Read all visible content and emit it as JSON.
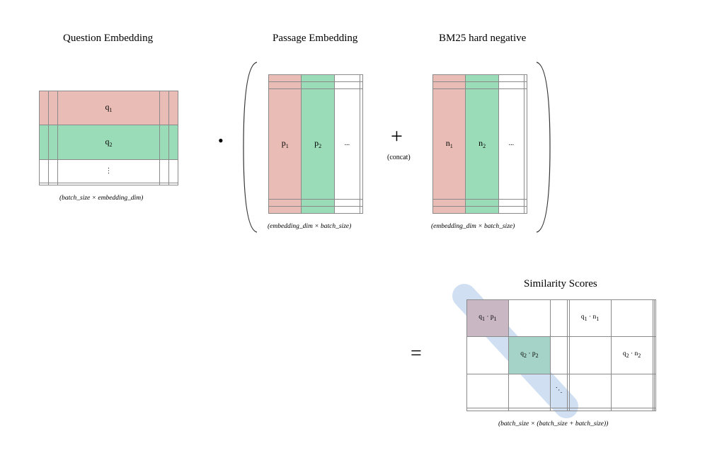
{
  "titles": {
    "question": "Question Embedding",
    "passage": "Passage Embedding",
    "bm25": "BM25 hard negative",
    "similarity": "Similarity Scores"
  },
  "question_matrix": {
    "row1": {
      "label": "q",
      "sub": "1"
    },
    "row2": {
      "label": "q",
      "sub": "2"
    },
    "row3": "⋮",
    "dims": "(batch_size × embedding_dim)"
  },
  "passage_matrix": {
    "col1": {
      "label": "p",
      "sub": "1"
    },
    "col2": {
      "label": "p",
      "sub": "2"
    },
    "col3": "...",
    "dims": "(embedding_dim × batch_size)"
  },
  "bm25_matrix": {
    "col1": {
      "label": "n",
      "sub": "1"
    },
    "col2": {
      "label": "n",
      "sub": "2"
    },
    "col3": "...",
    "dims": "(embedding_dim × batch_size)"
  },
  "operators": {
    "dot": "•",
    "plus": "+",
    "concat": "(concat)",
    "equals": "="
  },
  "similarity_matrix": {
    "cell_11": {
      "a": "q",
      "as": "1",
      "b": "p",
      "bs": "1"
    },
    "cell_22": {
      "a": "q",
      "as": "2",
      "b": "p",
      "bs": "2"
    },
    "cell_1n": {
      "a": "q",
      "as": "1",
      "b": "n",
      "bs": "1"
    },
    "cell_2n": {
      "a": "q",
      "as": "2",
      "b": "n",
      "bs": "2"
    },
    "diag": "⋱",
    "dims": "(batch_size × (batch_size + batch_size))"
  },
  "colors": {
    "pink": "#e9bdb5",
    "green": "#9adbb8",
    "diagonal_highlight": "#c7d9ee",
    "grid_line": "#8a8a8a"
  }
}
